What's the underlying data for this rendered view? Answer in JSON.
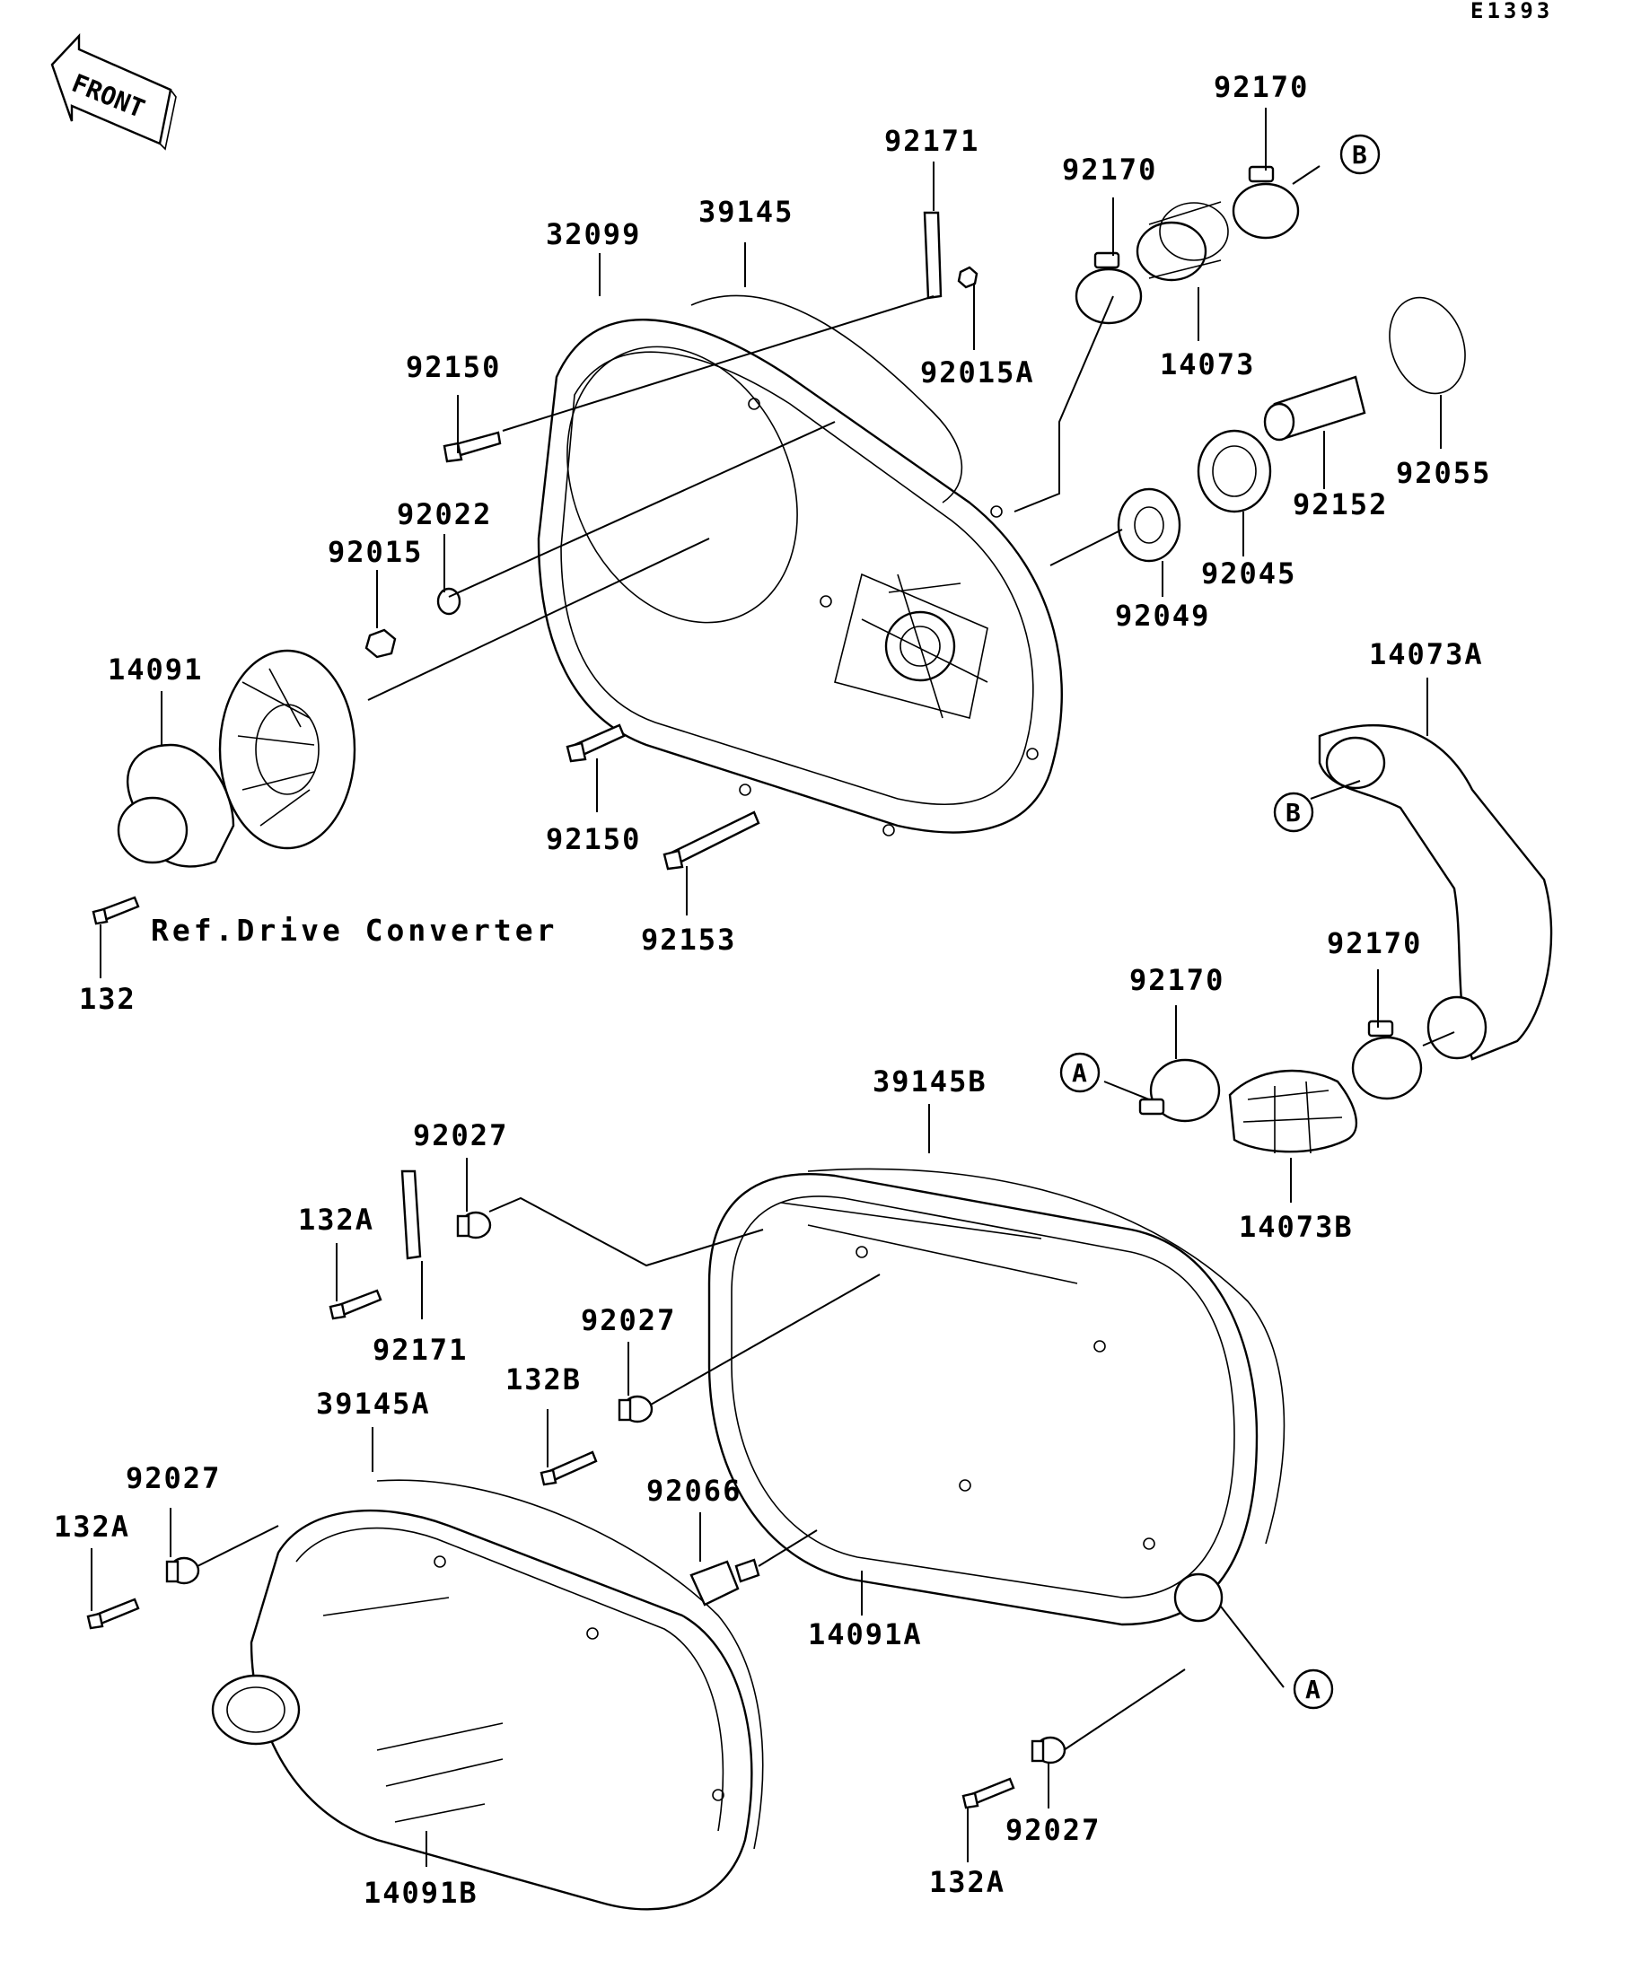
{
  "diagram_code": "E1393",
  "front_label": "FRONT",
  "ref_text": "Ref.Drive Converter",
  "callouts": {
    "a": "A",
    "b": "B"
  },
  "labels": {
    "p92171_top": "92171",
    "p92170_top_right": "92170",
    "p92170_top_mid": "92170",
    "p39145": "39145",
    "p32099": "32099",
    "p92150_upper": "92150",
    "p92015A": "92015A",
    "p14073": "14073",
    "p92022": "92022",
    "p92015": "92015",
    "p92055": "92055",
    "p92152": "92152",
    "p92045": "92045",
    "p92049": "92049",
    "p14091": "14091",
    "p14073A": "14073A",
    "p92150_lower": "92150",
    "p92153": "92153",
    "p132": "132",
    "p92170_mid_right": "92170",
    "p92170_mid_left": "92170",
    "p39145B": "39145B",
    "p14073B": "14073B",
    "p92027_top": "92027",
    "p132A_top": "132A",
    "p92171_lower": "92171",
    "p92027_mid": "92027",
    "p132B": "132B",
    "p39145A": "39145A",
    "p92027_left": "92027",
    "p132A_left": "132A",
    "p92066": "92066",
    "p14091A": "14091A",
    "p92027_bottom": "92027",
    "p132A_bottom": "132A",
    "p14091B": "14091B"
  }
}
